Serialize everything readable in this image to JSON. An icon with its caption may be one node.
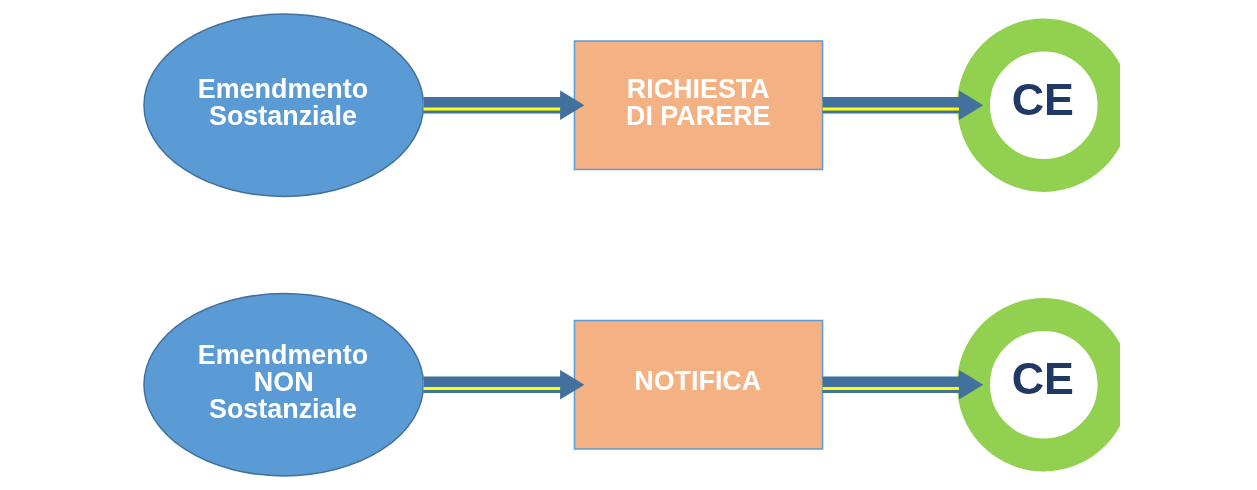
{
  "diagram": {
    "nodes": [
      {
        "text": [
          "Emendmento NON Sostanziale"
        ]
      },
      {
        "text": [
          "NOTIFICA"
        ]
      },
      {
        "text": [
          "CE"
        ]
      },
      {
        "text": [
          "Emendmento Sostanziale"
        ]
      },
      {
        "text": [
          "RICHIESTA DI PARERE"
        ]
      },
      {
        "text": [
          "CE"
        ]
      }
    ],
    "edges": [
      {
        "from": 0,
        "to": 1,
        "arrow": "to"
      },
      {
        "from": 1,
        "to": 2,
        "arrow": "to"
      },
      {
        "from": 3,
        "to": 4,
        "arrow": "to"
      },
      {
        "from": 4,
        "to": 5,
        "arrow": "to"
      }
    ]
  }
}
